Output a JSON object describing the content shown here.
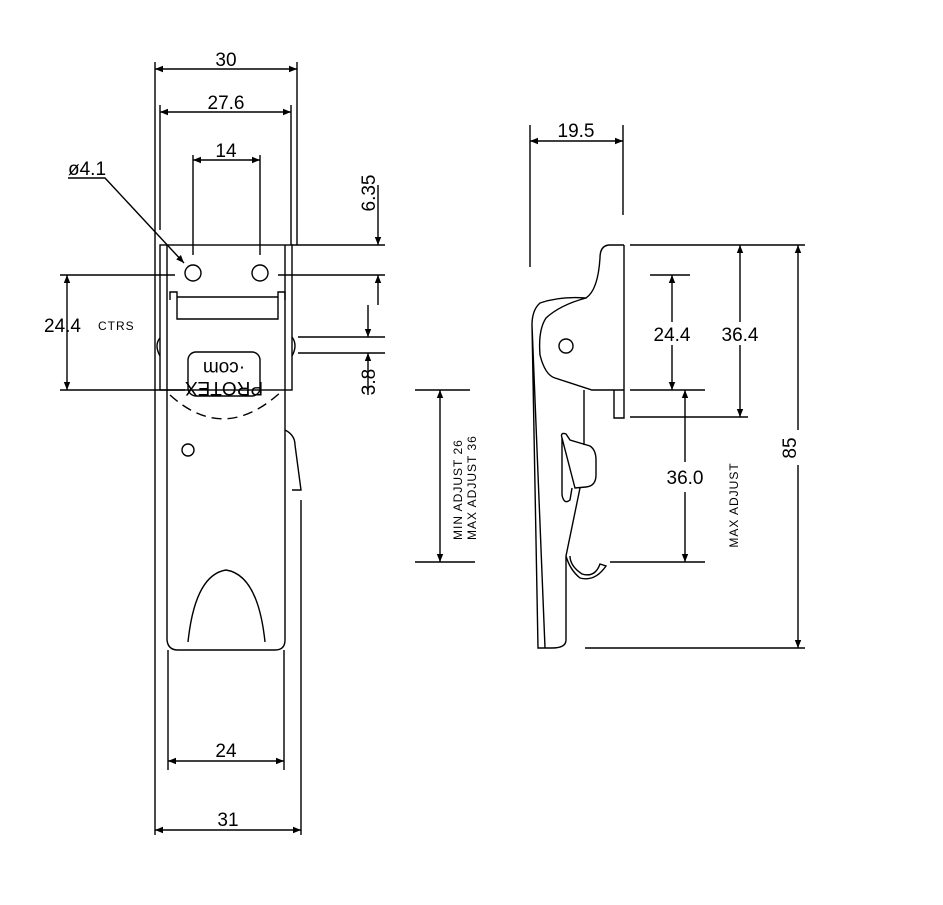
{
  "front_view": {
    "dims": {
      "overall_width_top": "30",
      "plate_width": "27.6",
      "hole_spacing": "14",
      "hole_diameter": "ø4.1",
      "hole_centers": "24.4",
      "hole_centers_note": "CTRS",
      "top_offset": "6.35",
      "step": "3.8",
      "lower_width": "24",
      "overall_width_bottom": "31"
    },
    "logo": {
      "line1": "PROTEX",
      "line2": "·com"
    }
  },
  "side_view": {
    "dims": {
      "depth": "19.5",
      "hole_centers": "24.4",
      "plate_height": "36.4",
      "overall_height": "85",
      "max_adjust_value": "36.0",
      "max_adjust_label": "MAX ADJUST",
      "min_adjust_note": "MIN  ADJUST 26",
      "max_adjust_note": "MAX ADJUST 36"
    }
  }
}
